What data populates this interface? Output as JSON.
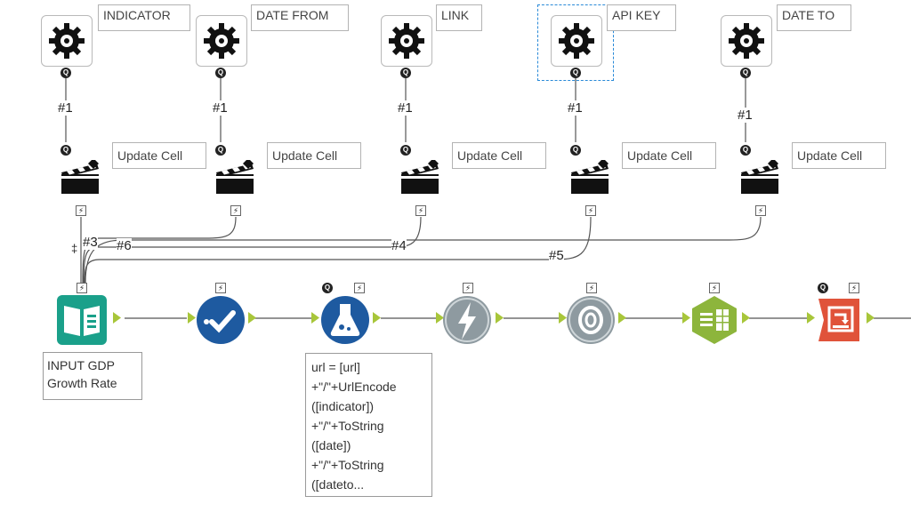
{
  "config_tools": [
    {
      "label": "INDICATOR",
      "connection": "#1"
    },
    {
      "label": "DATE FROM",
      "connection": "#1"
    },
    {
      "label": "LINK",
      "connection": "#1"
    },
    {
      "label": "API KEY",
      "connection": "#1"
    },
    {
      "label": "DATE TO",
      "connection": "#1"
    }
  ],
  "update_cell_label": "Update Cell",
  "badge_text": "Q",
  "bolt_glyph": "⚡",
  "connection_labels": [
    "#3",
    "#6",
    "#4",
    "#5",
    "‡"
  ],
  "input_tool": {
    "lines": [
      "INPUT GDP",
      "Growth Rate"
    ]
  },
  "formula_note": {
    "lines": [
      "url = [url]",
      "+\"/\"+UrlEncode",
      "([indicator])",
      "+\"/\"+ToString",
      "([date])",
      "+\"/\"+ToString",
      "([dateto..."
    ]
  },
  "workflow_tools": [
    {
      "icon": "book-input-icon",
      "color": "#1aa08a"
    },
    {
      "icon": "select-check-icon",
      "color": "#1e5aa0"
    },
    {
      "icon": "formula-flask-icon",
      "color": "#1e5aa0"
    },
    {
      "icon": "bolt-download-icon",
      "color": "#8e9aa0"
    },
    {
      "icon": "json-parse-icon",
      "color": "#8e9aa0"
    },
    {
      "icon": "text-to-columns-icon",
      "color": "#8db53c"
    },
    {
      "icon": "output-icon",
      "color": "#e0533a"
    }
  ],
  "colors": {
    "selection": "#2a8ad8",
    "wire": "#555555",
    "anchor": "#a8c63a"
  }
}
